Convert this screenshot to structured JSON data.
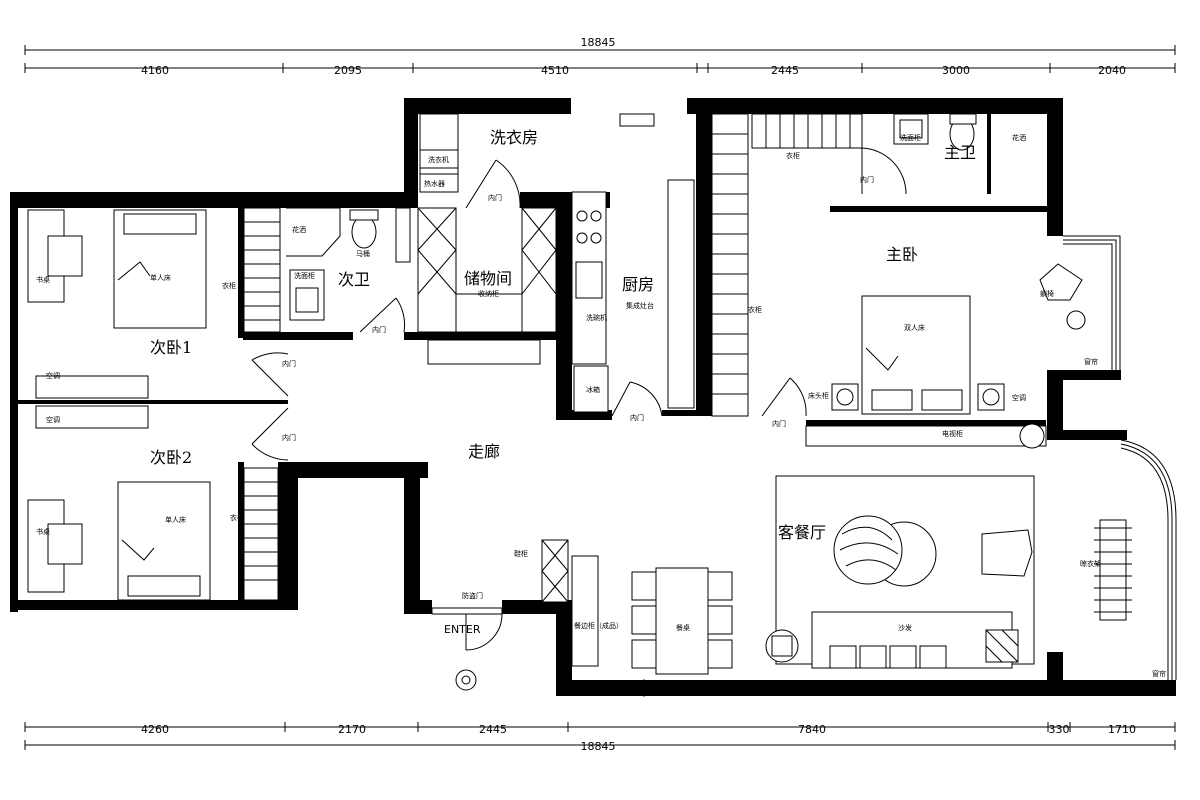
{
  "dimensions": {
    "top_total": "18845",
    "top_segments": [
      "4160",
      "2095",
      "4510",
      "2445",
      "3000",
      "2040"
    ],
    "bottom_segments": [
      "4260",
      "2170",
      "2445",
      "7840",
      "330",
      "1710"
    ],
    "bottom_total": "18845"
  },
  "rooms": {
    "laundry": "洗衣房",
    "storage": "储物间",
    "kitchen": "厨房",
    "master_bedroom": "主卧",
    "master_bath": "主卫",
    "second_bath": "次卫",
    "bedroom1": "次卧1",
    "bedroom2": "次卧2",
    "corridor": "走廊",
    "living_dining": "客餐厅"
  },
  "labels": {
    "inner_door": "内门",
    "wardrobe": "衣柜",
    "single_bed": "单人床",
    "double_bed": "双人床",
    "desk": "书桌",
    "aircon": "空调",
    "toilet": "马桶",
    "shower": "花洒",
    "washbasin": "洗面柜",
    "washer": "洗衣机",
    "water_heater": "热水器",
    "storage_cabinet": "收纳柜",
    "dishwasher": "洗碗机",
    "fridge": "冰箱",
    "integrated_stove": "集成灶台",
    "security_door": "防盗门",
    "enter": "ENTER",
    "shoe_cabinet": "鞋柜",
    "sideboard": "餐边柜（成品）",
    "dining_table": "餐桌",
    "sofa": "沙发",
    "tv_cabinet": "电视柜",
    "nightstand": "床头柜",
    "recliner": "躺椅",
    "bay_window": "窗帘",
    "curtain": "窗帘",
    "clothes_rack": "晾衣架"
  }
}
